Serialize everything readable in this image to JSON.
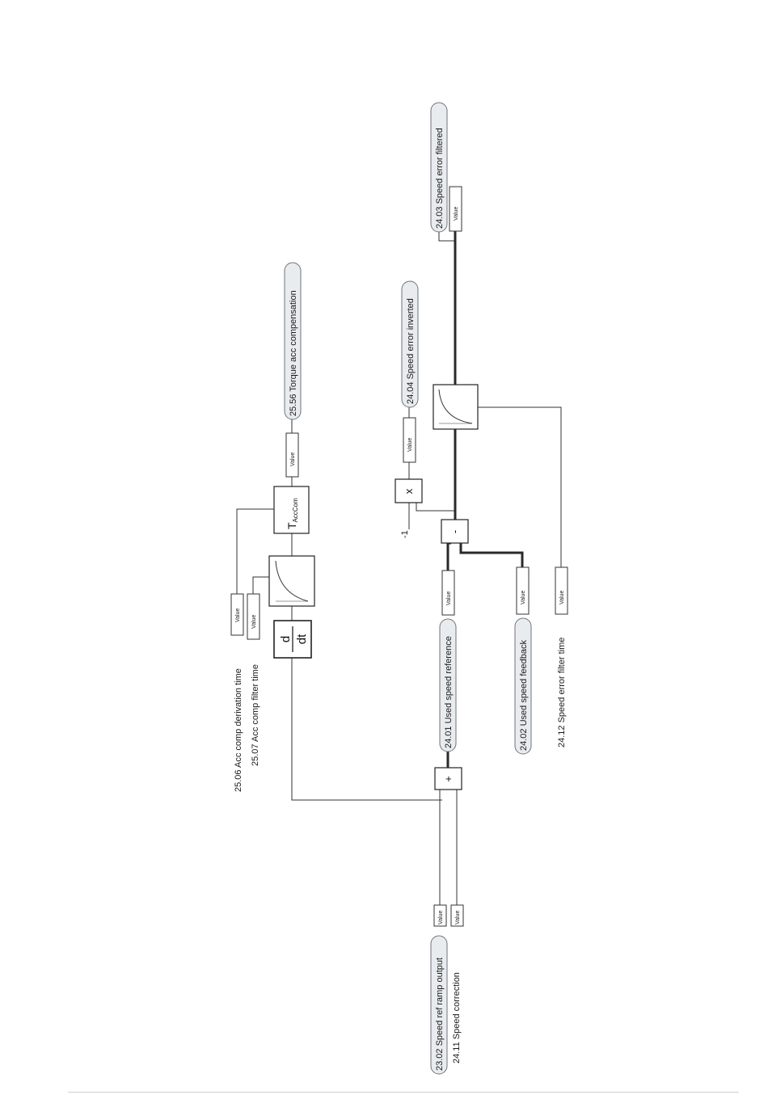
{
  "signals": {
    "speed_ref_ramp_output": "23.02 Speed ref ramp output",
    "speed_correction": "24.11 Speed correction",
    "acc_comp_derivation_time": "25.06 Acc comp derivation time",
    "acc_comp_filter_time": "25.07 Acc comp filter time",
    "used_speed_reference": "24.01 Used speed reference",
    "used_speed_feedback": "24.02 Used speed feedback",
    "speed_error_filter_time": "24.12 Speed error filter time",
    "torque_acc_compensation": "25.56 Torque acc compensation",
    "speed_error_inverted": "24.04 Speed error inverted",
    "speed_error_filtered": "24.03 Speed error filtered"
  },
  "value_label": "Value",
  "operators": {
    "sum": "+",
    "subtract": "-",
    "multiply": "x",
    "derivative_num": "d",
    "derivative_den": "dt",
    "torque_main": "T",
    "torque_sub": "AccCom"
  },
  "constant_minus_one": "-1"
}
